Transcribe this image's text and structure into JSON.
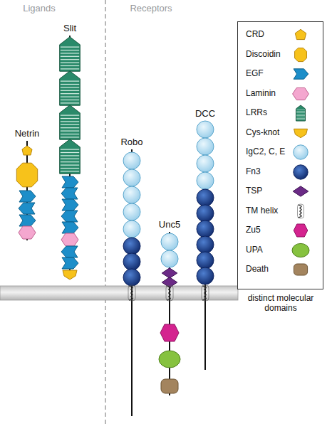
{
  "diagram": {
    "labels": [
      "Ligands",
      "Receptors",
      "Netrin",
      "Slit",
      "Robo",
      "Unc5",
      "DCC",
      "distinct molecular domains"
    ],
    "legend": [
      {
        "text": "CRD"
      },
      {
        "text": "Discoidin"
      },
      {
        "text": "EGF"
      },
      {
        "text": "Laminin"
      },
      {
        "text": "LRRs"
      },
      {
        "text": "Cys-knot"
      },
      {
        "text": "IgC2, C, E"
      },
      {
        "text": "Fn3"
      },
      {
        "text": "TSP"
      },
      {
        "text": "TM helix"
      },
      {
        "text": "Zu5"
      },
      {
        "text": "UPA"
      },
      {
        "text": "Death"
      }
    ]
  }
}
